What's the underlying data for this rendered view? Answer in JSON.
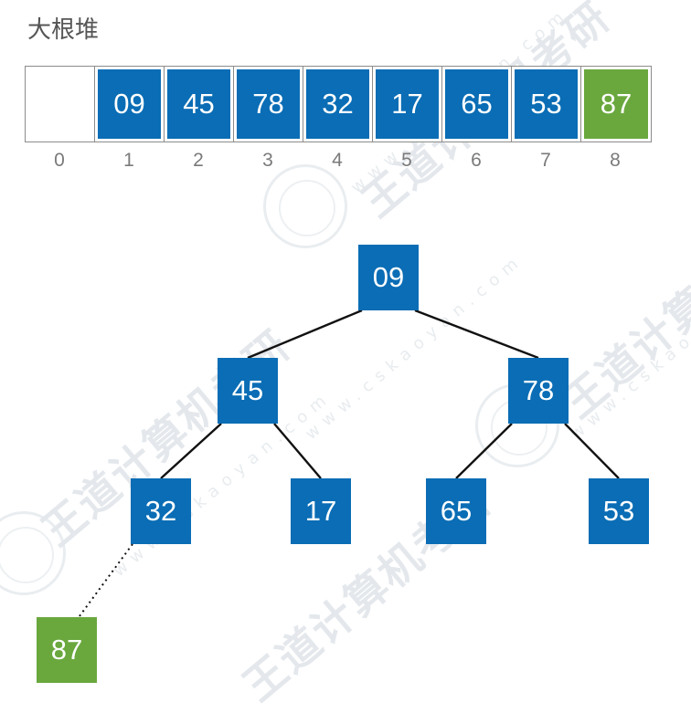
{
  "title": "大根堆",
  "colors": {
    "node": "#0a6db5",
    "highlight": "#6aa83e",
    "edge": "#111111",
    "border": "#8c8c8c"
  },
  "array": {
    "cells": [
      {
        "index": "0",
        "value": "",
        "state": "empty"
      },
      {
        "index": "1",
        "value": "09",
        "state": "normal"
      },
      {
        "index": "2",
        "value": "45",
        "state": "normal"
      },
      {
        "index": "3",
        "value": "78",
        "state": "normal"
      },
      {
        "index": "4",
        "value": "32",
        "state": "normal"
      },
      {
        "index": "5",
        "value": "17",
        "state": "normal"
      },
      {
        "index": "6",
        "value": "65",
        "state": "normal"
      },
      {
        "index": "7",
        "value": "53",
        "state": "normal"
      },
      {
        "index": "8",
        "value": "87",
        "state": "highlight"
      }
    ]
  },
  "tree": {
    "nodes": [
      {
        "id": 1,
        "value": "09",
        "state": "normal"
      },
      {
        "id": 2,
        "value": "45",
        "state": "normal"
      },
      {
        "id": 3,
        "value": "78",
        "state": "normal"
      },
      {
        "id": 4,
        "value": "32",
        "state": "normal"
      },
      {
        "id": 5,
        "value": "17",
        "state": "normal"
      },
      {
        "id": 6,
        "value": "65",
        "state": "normal"
      },
      {
        "id": 7,
        "value": "53",
        "state": "normal"
      },
      {
        "id": 8,
        "value": "87",
        "state": "highlight"
      }
    ],
    "edges": [
      {
        "from": 1,
        "to": 2,
        "style": "solid"
      },
      {
        "from": 1,
        "to": 3,
        "style": "solid"
      },
      {
        "from": 2,
        "to": 4,
        "style": "solid"
      },
      {
        "from": 2,
        "to": 5,
        "style": "solid"
      },
      {
        "from": 3,
        "to": 6,
        "style": "solid"
      },
      {
        "from": 3,
        "to": 7,
        "style": "solid"
      },
      {
        "from": 4,
        "to": 8,
        "style": "dotted"
      }
    ]
  },
  "watermark": {
    "brand": "王道计算机考研",
    "site": "www.cskaoyan.com"
  }
}
